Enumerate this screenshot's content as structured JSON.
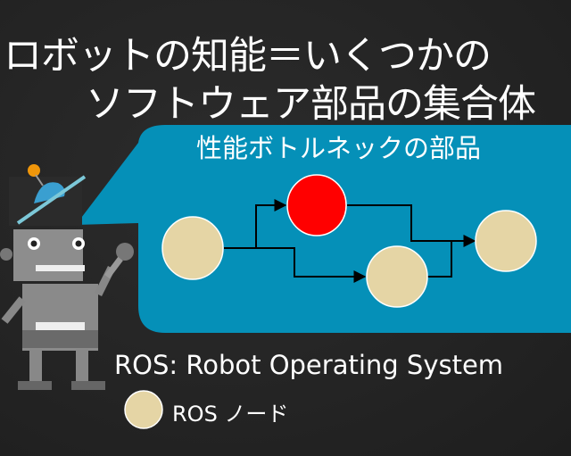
{
  "title": {
    "line1": "ロボットの知能＝いくつかの",
    "line2": "ソフトウェア部品の集合体"
  },
  "bubble": {
    "title": "性能ボトルネックの部品",
    "color": "#0590B8"
  },
  "graph": {
    "nodes": [
      {
        "id": "source",
        "color": "#E5D5A5"
      },
      {
        "id": "bottleneck",
        "color": "#FF0000"
      },
      {
        "id": "middle",
        "color": "#E5D5A5"
      },
      {
        "id": "sink",
        "color": "#E5D5A5"
      }
    ],
    "edges": [
      [
        "source",
        "bottleneck"
      ],
      [
        "source",
        "middle"
      ],
      [
        "bottleneck",
        "sink"
      ],
      [
        "middle",
        "sink"
      ]
    ]
  },
  "footer": {
    "ros_full": "ROS: Robot Operating System",
    "legend_label": "ROS ノード",
    "legend_color": "#E5D5A5"
  }
}
